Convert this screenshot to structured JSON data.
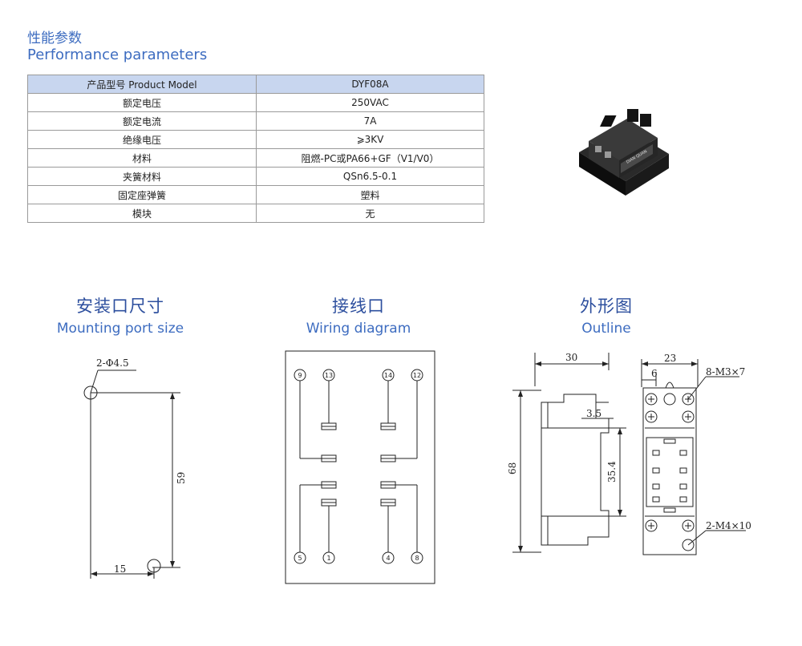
{
  "header": {
    "title_zh": "性能参数",
    "title_en": "Performance parameters"
  },
  "spec_table": {
    "head": {
      "label": "产品型号 Product Model",
      "value": "DYF08A"
    },
    "rows": [
      {
        "label": "额定电压",
        "value": "250VAC"
      },
      {
        "label": "额定电流",
        "value": "7A"
      },
      {
        "label": "绝缘电压",
        "value": "⩾3KV"
      },
      {
        "label": "材料",
        "value": "阻燃-PC或PA66+GF（V1/V0）"
      },
      {
        "label": "夹簧材料",
        "value": "QSn6.5-0.1"
      },
      {
        "label": "固定座弹簧",
        "value": "塑料"
      },
      {
        "label": "模块",
        "value": "无"
      }
    ]
  },
  "product_image": {
    "brand_text": "DIAN QUAN"
  },
  "sections": {
    "mounting": {
      "zh": "安装口尺寸",
      "en": "Mounting port size"
    },
    "wiring": {
      "zh": "接线口",
      "en": "Wiring diagram"
    },
    "outline": {
      "zh": "外形图",
      "en": "Outline"
    }
  },
  "mounting_dims": {
    "hole": "2-Φ4.5",
    "height": "59",
    "width": "15"
  },
  "wiring_pins": {
    "p9": "9",
    "p13": "13",
    "p14": "14",
    "p12": "12",
    "p5": "5",
    "p1": "1",
    "p4": "4",
    "p8": "8"
  },
  "outline_dims": {
    "width": "30",
    "step": "3.5",
    "height": "68",
    "inner": "35.4",
    "front_width": "23",
    "front_small": "6",
    "screw_top": "8-M3×7",
    "screw_bottom": "2-M4×10"
  }
}
